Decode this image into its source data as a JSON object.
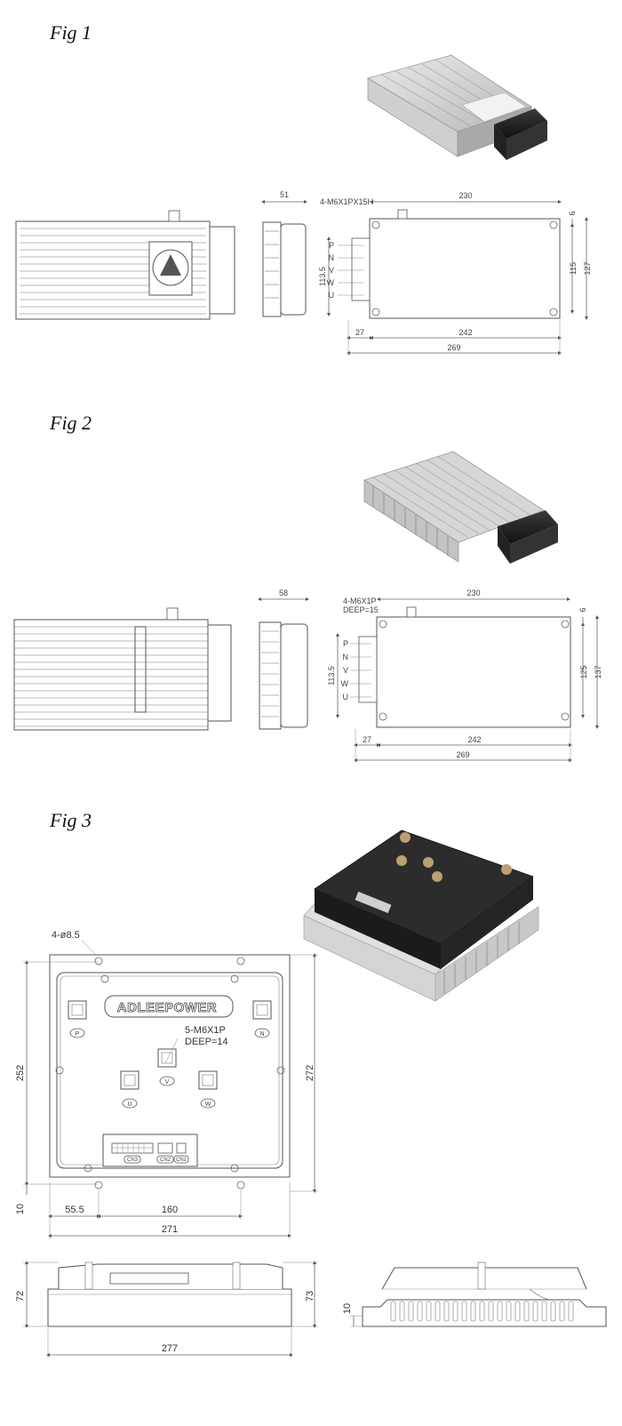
{
  "figures": [
    {
      "title": "Fig 1",
      "side_width": "51",
      "hole_note": "4-M6X1PX15H",
      "terminals": [
        "P",
        "N",
        "V",
        "W",
        "U"
      ],
      "top_length": "230",
      "edge_offset": "6",
      "inner_height": "115",
      "outer_height": "127",
      "left_height": "113.5",
      "bottom_offset": "27",
      "bottom_span": "242",
      "total_length": "269"
    },
    {
      "title": "Fig 2",
      "side_width": "58",
      "hole_note": "4-M6X1P",
      "hole_note2": "DEEP=15",
      "terminals": [
        "P",
        "N",
        "V",
        "W",
        "U"
      ],
      "top_length": "230",
      "edge_offset": "6",
      "inner_height": "125",
      "outer_height": "137",
      "left_height": "113.5",
      "bottom_offset": "27",
      "bottom_span": "242",
      "total_length": "269"
    },
    {
      "title": "Fig 3",
      "hole_note": "4-ø8.5",
      "brand": "ADLEEPOWER",
      "tap_note": "5-M6X1P",
      "tap_note2": "DEEP=14",
      "terminal_labels": [
        "P",
        "N",
        "V",
        "U",
        "W"
      ],
      "connector_labels": [
        "CN3",
        "CN2",
        "CN1"
      ],
      "left_height": "252",
      "right_height": "272",
      "edge_offset": "10",
      "offset_x": "55.5",
      "hole_span": "160",
      "total_width": "271",
      "front_height_left": "72",
      "front_height_right": "73",
      "front_width": "277",
      "side_base": "10"
    }
  ]
}
